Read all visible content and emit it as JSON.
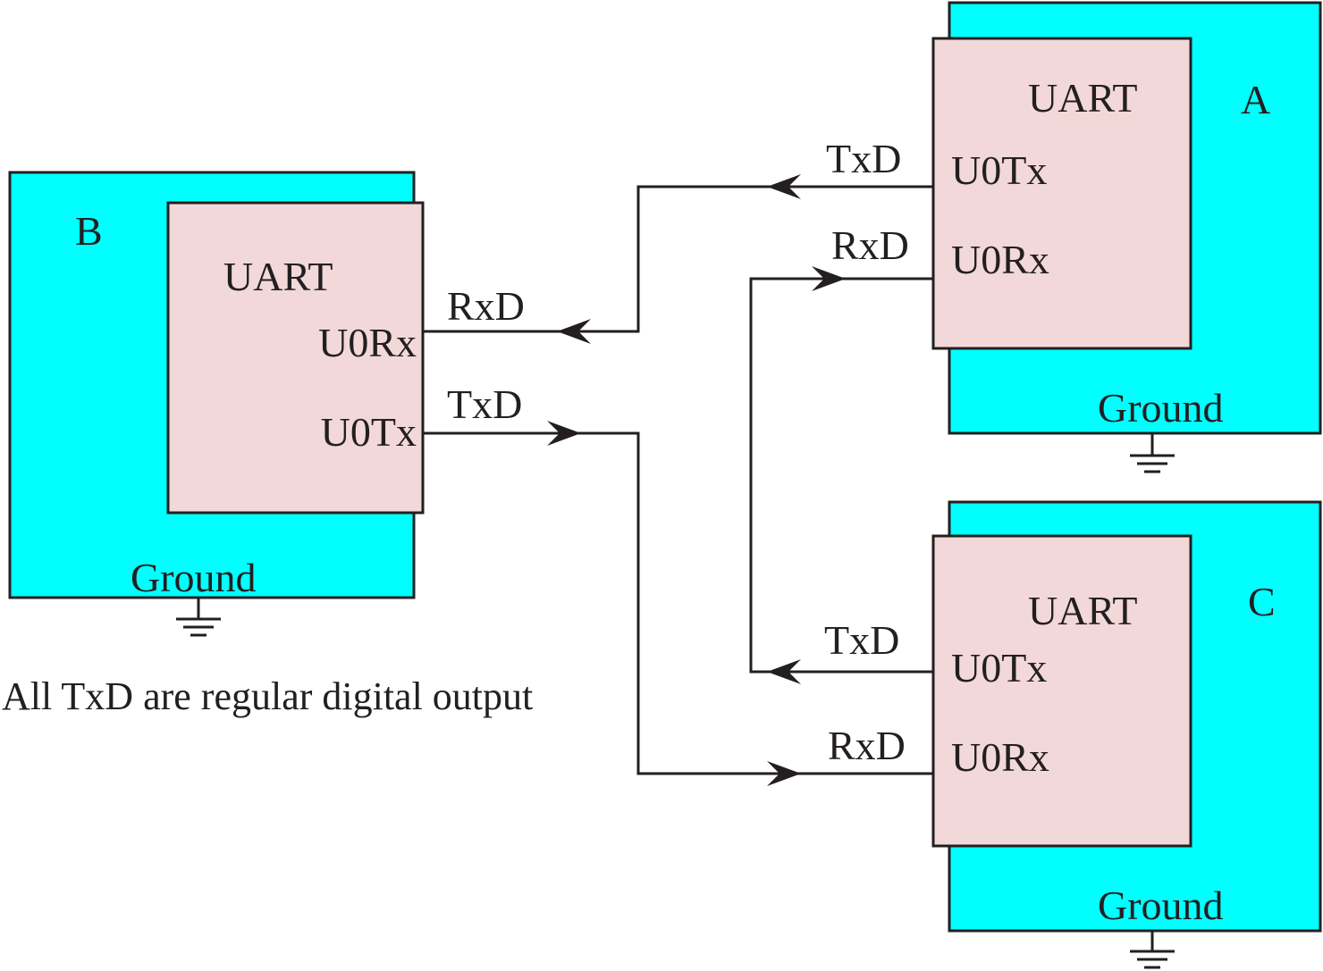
{
  "colors": {
    "board_fill": "#00ffff",
    "uart_fill": "#f2d8d8",
    "line": "#231f20"
  },
  "boards": {
    "a": {
      "name": "A",
      "uart_label": "UART",
      "pin_top": "U0Tx",
      "pin_bottom": "U0Rx",
      "ground_label": "Ground"
    },
    "b": {
      "name": "B",
      "uart_label": "UART",
      "pin_top": "U0Rx",
      "pin_bottom": "U0Tx",
      "ground_label": "Ground"
    },
    "c": {
      "name": "C",
      "uart_label": "UART",
      "pin_top": "U0Tx",
      "pin_bottom": "U0Rx",
      "ground_label": "Ground"
    }
  },
  "signals": {
    "a_txd": "TxD",
    "a_rxd": "RxD",
    "b_rxd": "RxD",
    "b_txd": "TxD",
    "c_txd": "TxD",
    "c_rxd": "RxD"
  },
  "note": "All TxD are regular digital output",
  "icons": [
    "ground-symbol-icon",
    "arrowhead-icon"
  ]
}
